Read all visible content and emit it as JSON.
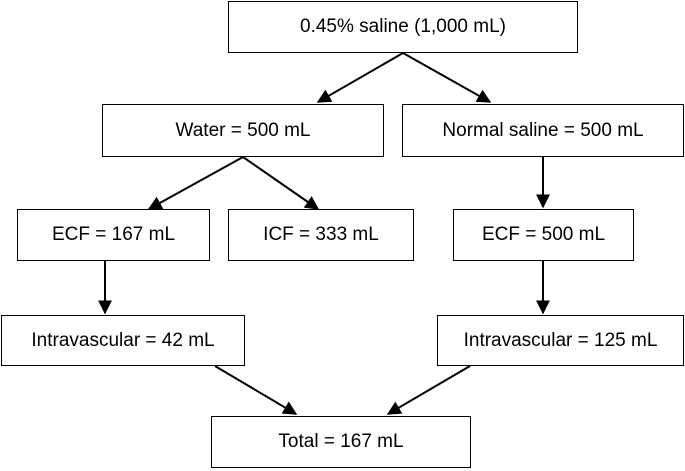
{
  "nodes": {
    "root": "0.45% saline (1,000 mL)",
    "water": "Water = 500 mL",
    "normal_saline": "Normal saline = 500 mL",
    "ecf_water": "ECF = 167 mL",
    "icf_water": "ICF = 333 mL",
    "ecf_saline": "ECF = 500 mL",
    "iv_water": "Intravascular = 42 mL",
    "iv_saline": "Intravascular = 125 mL",
    "total": "Total = 167 mL"
  },
  "colors": {
    "line": "#000000",
    "box_fill": "#ffffff",
    "text": "#000000"
  }
}
